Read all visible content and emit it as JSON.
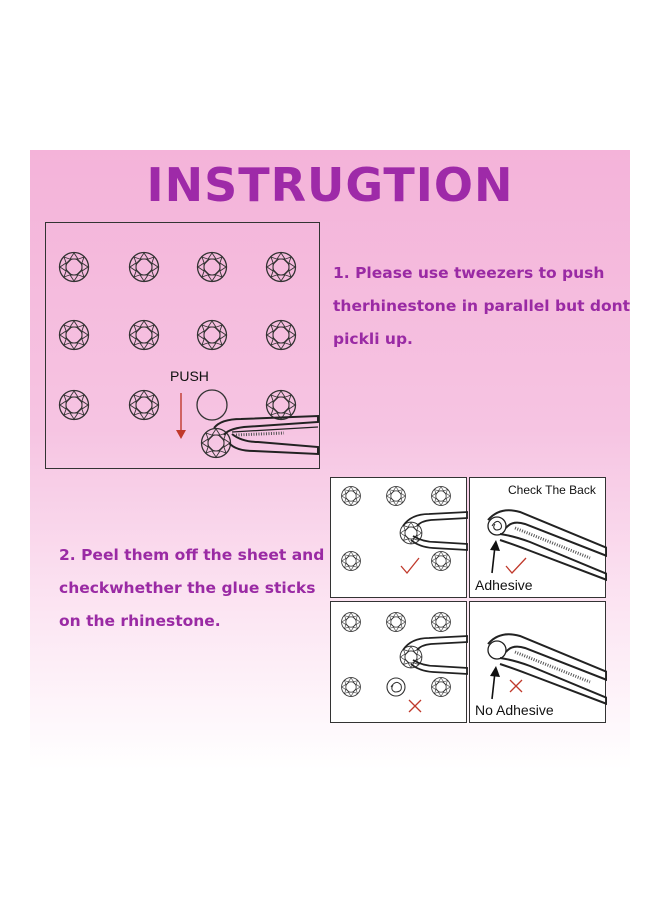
{
  "title": "INSTRUGTION",
  "step1": {
    "lines": [
      "1. Please use tweezers to push",
      "therhinestone in parallel but dont",
      "pickli up."
    ]
  },
  "step2": {
    "lines": [
      "2. Peel them off the sheet and",
      "checkwhether the glue sticks",
      "on the rhinestone."
    ]
  },
  "illustration": {
    "push_label": "PUSH",
    "check_back_label": "Check The Back",
    "adhesive_label": "Adhesive",
    "no_adhesive_label": "No Adhesive"
  },
  "colors": {
    "title": "#9e2aa8",
    "text": "#9a2aa4",
    "panel": "#f4b3d9",
    "mark": "#c0392b"
  }
}
